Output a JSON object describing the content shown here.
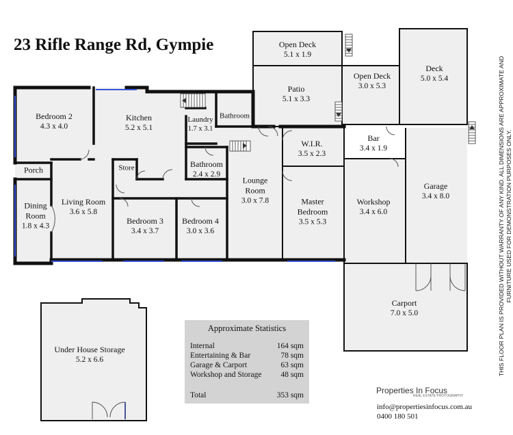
{
  "title": "23 Rifle Range Rd, Gympie",
  "rooms": {
    "open_deck_1": {
      "name": "Open Deck",
      "dims": "5.1 x 1.9"
    },
    "open_deck_2": {
      "name": "Open Deck",
      "dims": "3.0 x 5.3"
    },
    "deck": {
      "name": "Deck",
      "dims": "5.0 x 5.4"
    },
    "patio": {
      "name": "Patio",
      "dims": "5.1 x 3.3"
    },
    "bedroom2": {
      "name": "Bedroom 2",
      "dims": "4.3 x 4.0"
    },
    "kitchen": {
      "name": "Kitchen",
      "dims": "5.2 x 5.1"
    },
    "laundry": {
      "name": "Laundry",
      "dims": "1.7 x 3.1"
    },
    "bathroom_small": {
      "name": "Bathroom"
    },
    "porch": {
      "name": "Porch"
    },
    "store": {
      "name": "Store"
    },
    "bathroom": {
      "name": "Bathroom",
      "dims": "2.4 x 2.9"
    },
    "wir": {
      "name": "W.I.R.",
      "dims": "3.5 x 2.3"
    },
    "bar": {
      "name": "Bar",
      "dims": "3.4 x 1.9"
    },
    "dining": {
      "name": "Dining Room",
      "dims": "1.8 x 4.3"
    },
    "living": {
      "name": "Living Room",
      "dims": "3.6 x 5.8"
    },
    "lounge": {
      "name": "Lounge Room",
      "dims": "3.0 x 7.8"
    },
    "bedroom3": {
      "name": "Bedroom 3",
      "dims": "3.4 x 3.7"
    },
    "bedroom4": {
      "name": "Bedroom 4",
      "dims": "3.0 x 3.6"
    },
    "master": {
      "name": "Master Bedroom",
      "dims": "3.5 x 5.3"
    },
    "workshop": {
      "name": "Workshop",
      "dims": "3.4 x 6.0"
    },
    "garage": {
      "name": "Garage",
      "dims": "3.4 x 8.0"
    },
    "carport": {
      "name": "Carport",
      "dims": "7.0 x 5.0"
    },
    "under_house": {
      "name": "Under House Storage",
      "dims": "5.2 x 6.6"
    }
  },
  "stats": {
    "heading": "Approximate Statistics",
    "rows": [
      {
        "label": "Internal",
        "value": "164 sqm"
      },
      {
        "label": "Entertaining & Bar",
        "value": "78 sqm"
      },
      {
        "label": "Garage & Carport",
        "value": "63 sqm"
      },
      {
        "label": "Workshop and Storage",
        "value": "48 sqm"
      }
    ],
    "total_label": "Total",
    "total_value": "353 sqm"
  },
  "brand": {
    "name": "Properties In Focus",
    "tagline": "REAL ESTATE PHOTOGRAPHY"
  },
  "contact": {
    "email": "info@propertiesinfocus.com.au",
    "phone": "0400 180 501"
  },
  "disclaimer": "THIS FLOOR PLAN IS PROVIDED WITHOUT WARRANTY OF ANY KIND. ALL DIMENSIONS ARE APPROXIMATE AND FURNITURE USED FOR DEMONSTRATION PURPOSES ONLY.",
  "colors": {
    "wall": "#111111",
    "floor": "#efefef",
    "window": "#3a55d8",
    "stats_bg": "#d3d3d3"
  }
}
